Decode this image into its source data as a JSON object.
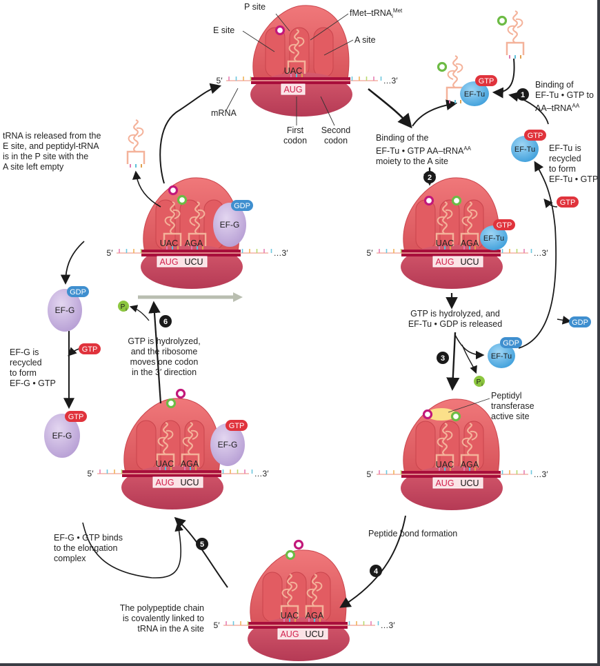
{
  "labels": {
    "p_site": "P site",
    "fmet_main": "fMet–tRNA",
    "fmet_sub": "i",
    "fmet_sup": "Met",
    "e_site": "E site",
    "a_site": "A site",
    "mrna": "mRNA",
    "first_codon": "First\ncodon",
    "second_codon": "Second\ncodon",
    "step1_main": "Binding of\nEF-Tu • GTP to\nAA–tRNA",
    "step1_sup": "AA",
    "step2_main": "Binding of the\nEF-Tu • GTP AA–tRNA",
    "step2_sup": "AA",
    "step2_tail": "moiety to the A site",
    "eftu_recycled": "EF-Tu is\nrecycled\nto form\nEF-Tu • GTP",
    "trna_released": "tRNA is released from the\nE site, and peptidyl-tRNA\nis in the P site with the\nA site left empty",
    "gtp_hydrolyzed_3": "GTP is hydrolyzed, and\nEF-Tu • GDP is released",
    "peptidyl_site": "Peptidyl\ntransferase\nactive site",
    "peptide_bond": "Peptide bond formation",
    "translocation": "GTP is hydrolyzed,\nand the ribosome\nmoves one codon\nin the 3′ direction",
    "efg_recycled": "EF-G is\nrecycled\nto form\nEF-G • GTP",
    "efg_binds": "EF-G • GTP binds\nto the elongation\ncomplex",
    "polypeptide": "The polypeptide chain\nis covalently linked to\ntRNA in the A site"
  },
  "steps": [
    "1",
    "2",
    "3",
    "4",
    "5",
    "6"
  ],
  "molecules": {
    "gtp": "GTP",
    "gdp": "GDP",
    "eftu": "EF-Tu",
    "efg": "EF-G",
    "pi": "P",
    "pi_sub": "i"
  },
  "codons": {
    "start": "AUG",
    "second": "UCU",
    "anti_start": "UAC",
    "anti_second": "AGA"
  },
  "mrna_ends": {
    "five": "5′",
    "three": "…3′"
  },
  "colors": {
    "ribosome_top": "#e8656b",
    "ribosome_bottom": "#c8485f",
    "mrna_band": "#a80e3b",
    "eftu": "#5fb6e6",
    "efg": "#c6b3de",
    "gtp": "#e0333c",
    "gdp": "#3f8fcf",
    "trna": "#f4b29a",
    "magenta": "#c2187a",
    "green": "#6dbb45"
  }
}
